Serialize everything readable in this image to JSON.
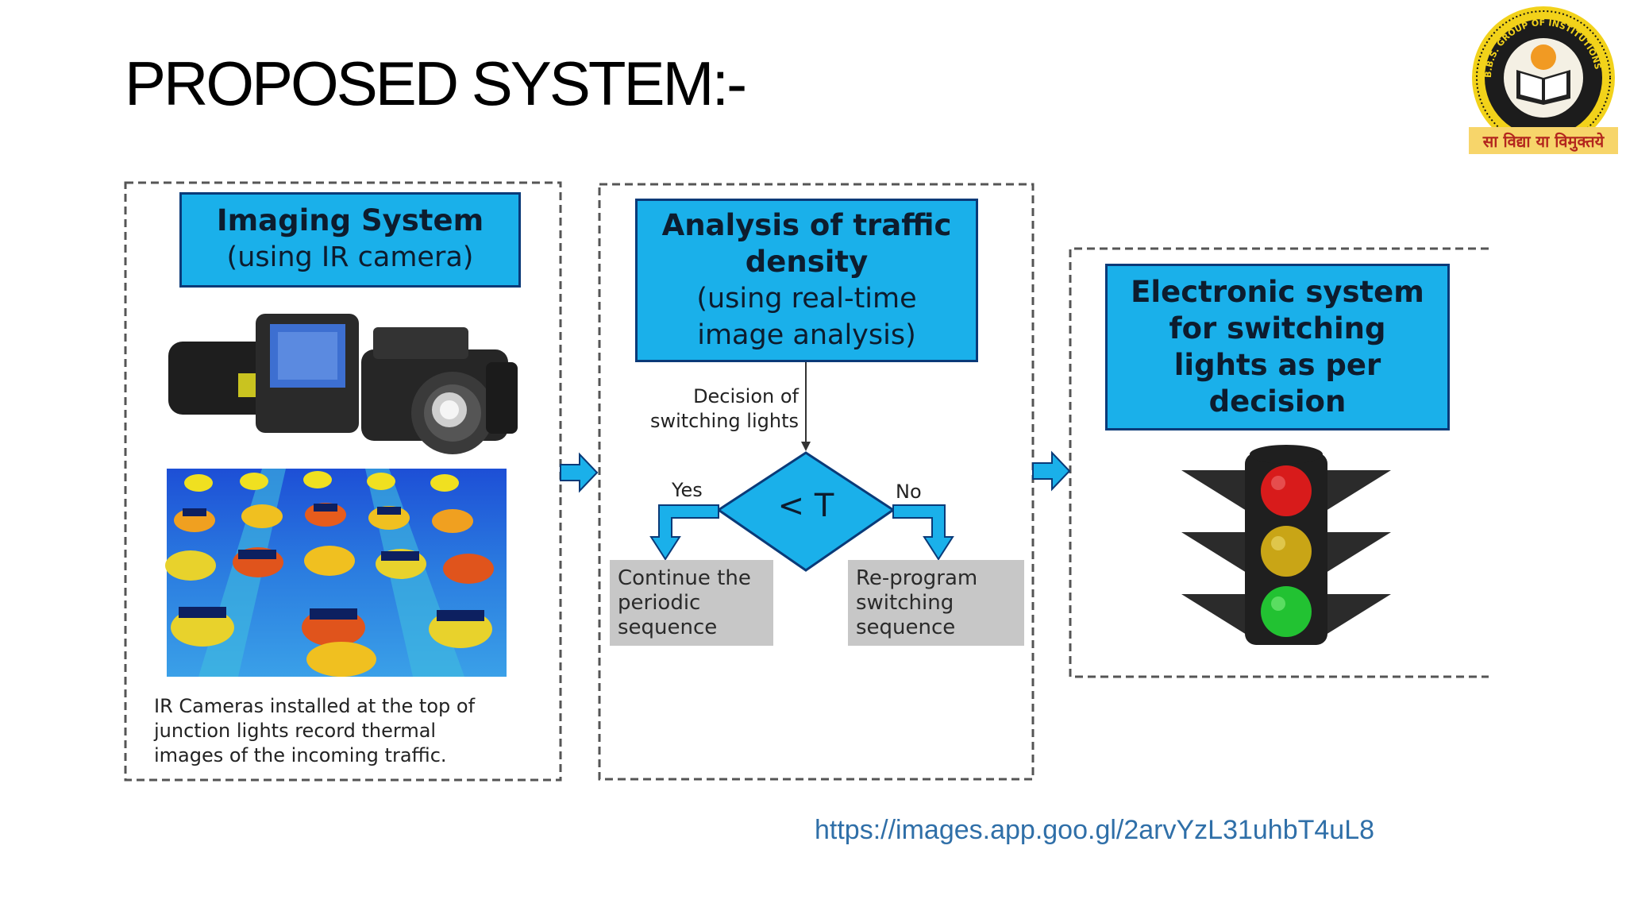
{
  "slide": {
    "title": "PROPOSED SYSTEM:-",
    "source_link": "https://images.app.goo.gl/2arvYzL31uhbT4uL8"
  },
  "logo": {
    "ring_text": "B.B.S. GROUP OF INSTITUTIONS",
    "motto": "सा विद्या या विमुक्तये"
  },
  "panels": {
    "imaging": {
      "heading": "Imaging System",
      "subheading": "(using IR camera)",
      "caption_lines": [
        "IR Cameras installed at the top of",
        "junction lights record thermal",
        "images of the incoming traffic."
      ]
    },
    "analysis": {
      "heading_lines": [
        "Analysis of traffic",
        "density"
      ],
      "subheading_lines": [
        "(using real-time",
        "image analysis)"
      ],
      "decision_label_lines": [
        "Decision of",
        "switching lights"
      ],
      "diamond_label": "< T",
      "yes_label": "Yes",
      "no_label": "No",
      "yes_box_lines": [
        "Continue the",
        "periodic",
        "sequence"
      ],
      "no_box_lines": [
        "Re-program",
        "switching",
        "sequence"
      ]
    },
    "switching": {
      "heading_lines": [
        "Electronic system",
        "for switching",
        "lights as per",
        "decision"
      ]
    }
  },
  "colors": {
    "box_blue": "#1ab0ea",
    "box_border": "#0a3a78",
    "decision_grey": "#c7c7c7",
    "link_blue": "#2f6fa8",
    "light_red": "#d81b1b",
    "light_amber": "#c9a516",
    "light_green": "#22c232"
  },
  "icons": [
    "thermal-camera-icon",
    "thermal-image",
    "traffic-light-icon",
    "right-arrow-icon",
    "institution-logo"
  ]
}
